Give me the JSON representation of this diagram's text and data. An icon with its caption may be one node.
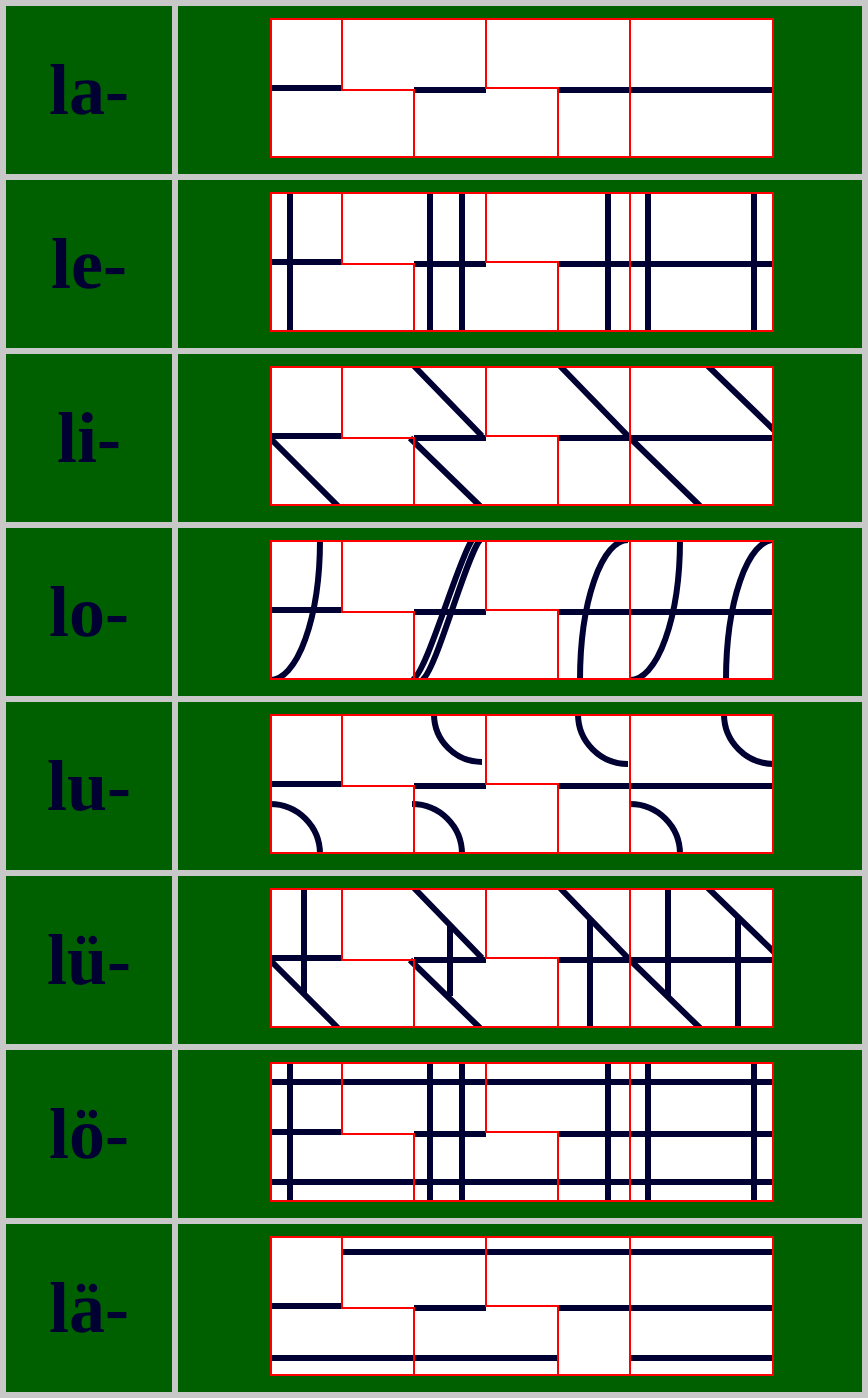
{
  "diagram": {
    "labels": [
      "la-",
      "le-",
      "li-",
      "lo-",
      "lu-",
      "lü-",
      "lö-",
      "lä-"
    ]
  }
}
